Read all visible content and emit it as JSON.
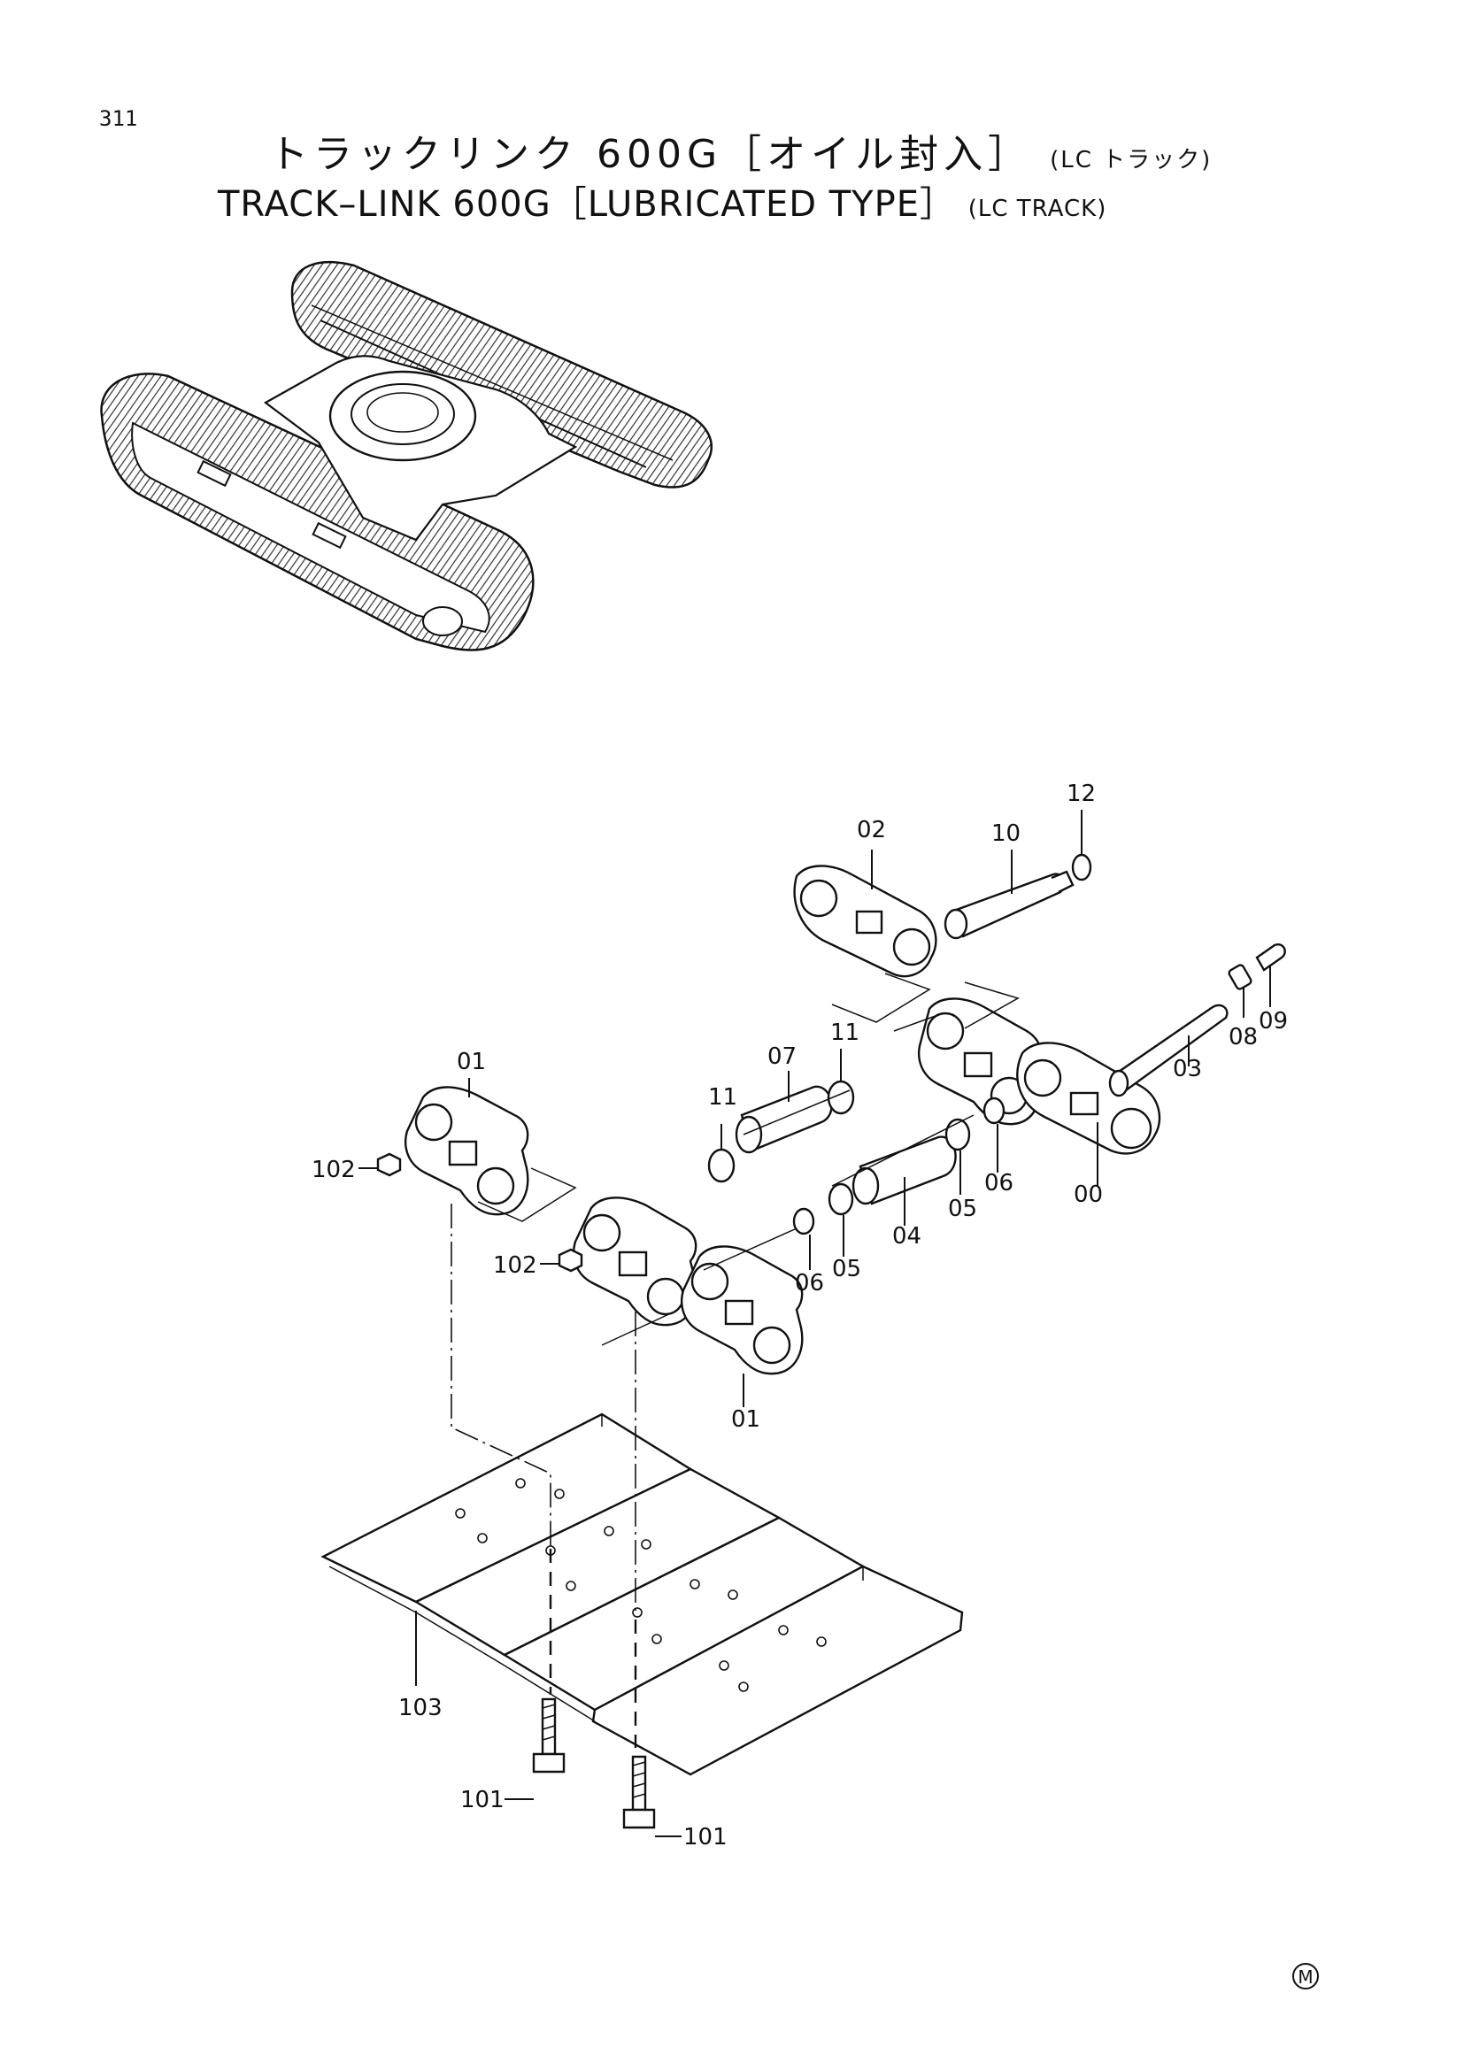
{
  "page_number": "311",
  "title_jp": "トラックリンク 600G［オイル封入］",
  "title_jp_sub": "(LC トラック)",
  "title_en": "TRACK–LINK 600G［LUBRICATED TYPE］",
  "title_en_sub": "(LC TRACK)",
  "part_labels": {
    "p00": "00",
    "p01a": "01",
    "p01b": "01",
    "p02": "02",
    "p03": "03",
    "p04": "04",
    "p05a": "05",
    "p05b": "05",
    "p06a": "06",
    "p06b": "06",
    "p07": "07",
    "p08": "08",
    "p09": "09",
    "p10": "10",
    "p11a": "11",
    "p11b": "11",
    "p12": "12",
    "p101a": "101",
    "p101b": "101",
    "p102a": "102",
    "p102b": "102",
    "p103": "103"
  },
  "mark": "M"
}
